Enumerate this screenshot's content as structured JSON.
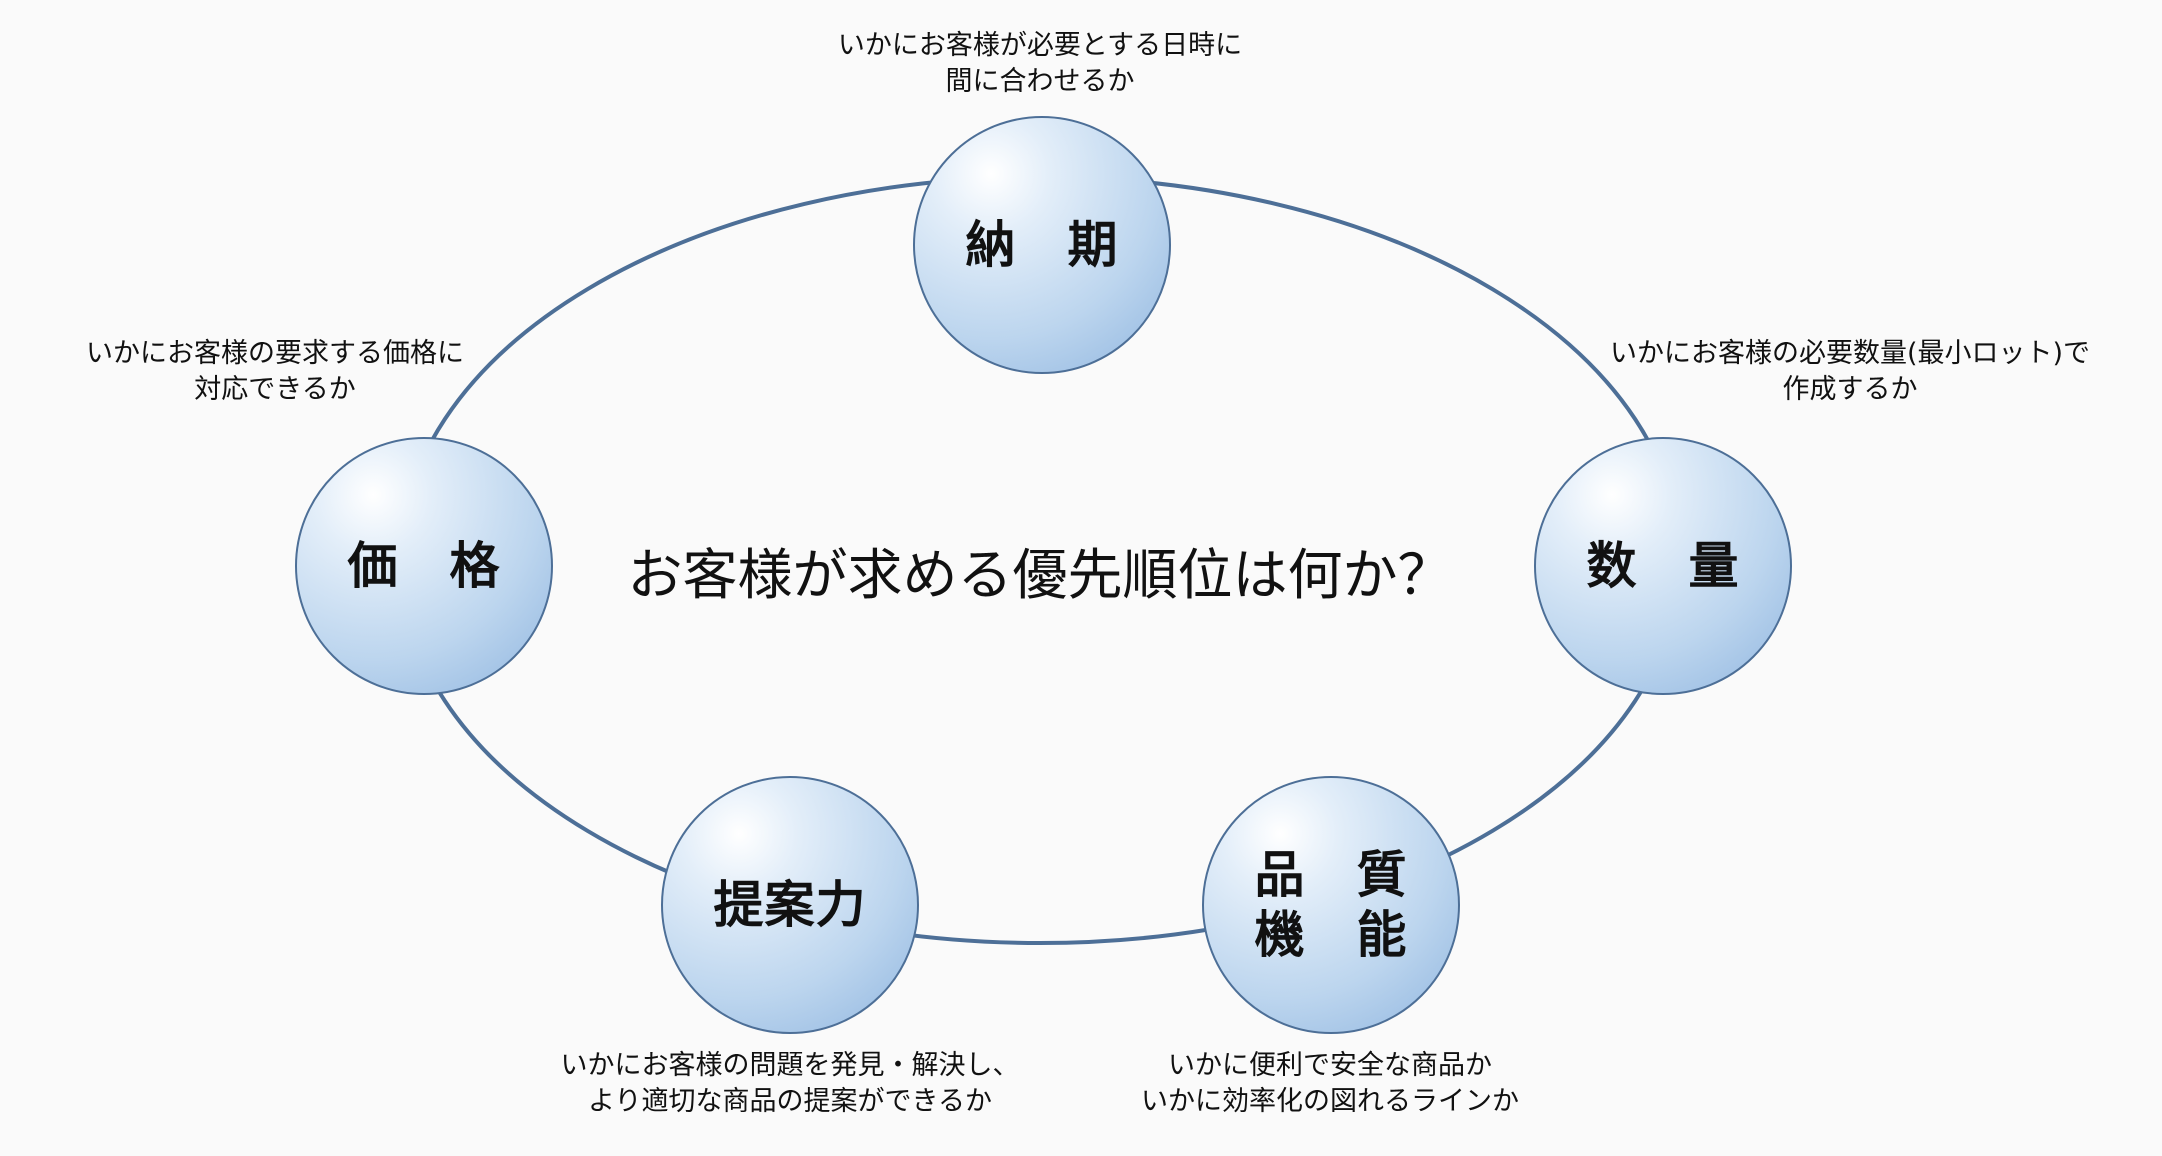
{
  "center_title": "お客様が求める優先順位は何か？",
  "nodes": {
    "delivery": {
      "label": "納　期",
      "description": "いかにお客様が必要とする日時に\n間に合わせるか"
    },
    "quantity": {
      "label": "数　量",
      "description": "いかにお客様の必要数量(最小ロット)で\n作成するか"
    },
    "quality": {
      "label": "品　質\n機　能",
      "description": "いかに便利で安全な商品か\nいかに効率化の図れるラインか"
    },
    "proposal": {
      "label": "提案力",
      "description": "いかにお客様の問題を発見・解決し、\nより適切な商品の提案ができるか"
    },
    "price": {
      "label": "価　格",
      "description": "いかにお客様の要求する価格に\n対応できるか"
    }
  },
  "colors": {
    "ring": "#4d6f97",
    "node_border": "#4d6f97",
    "node_fill_light": "#ffffff",
    "node_fill_dark": "#8fb5df",
    "background": "#fafafa"
  }
}
